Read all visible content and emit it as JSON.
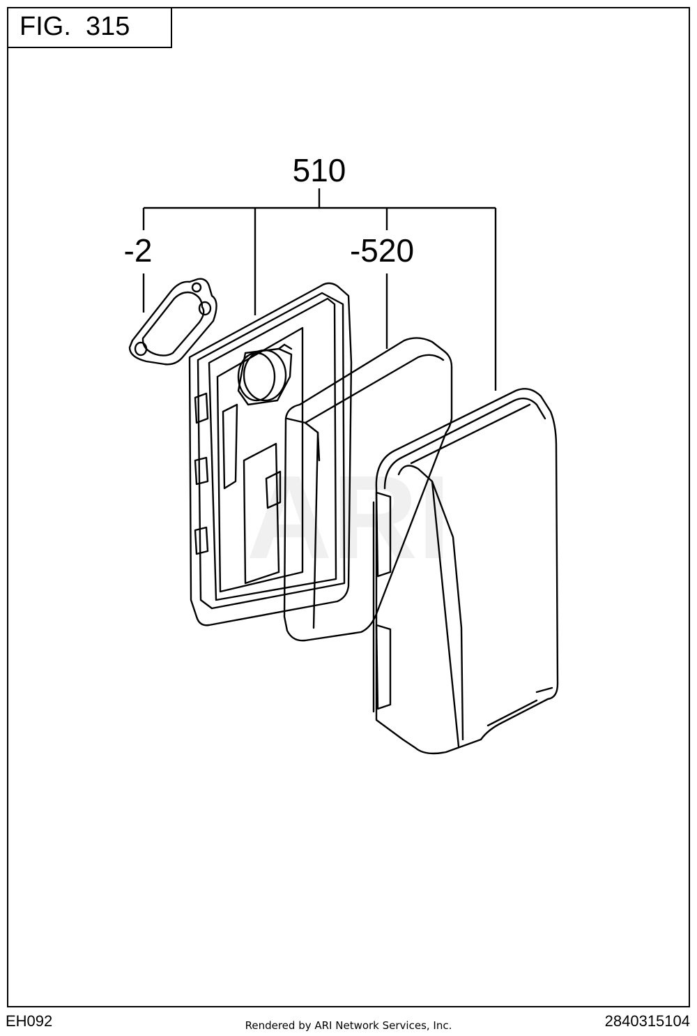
{
  "figure": {
    "label": "FIG.  315"
  },
  "callouts": {
    "assembly": "510",
    "gasket": "-2",
    "element": "-520"
  },
  "watermark": "ARI",
  "footer": {
    "left": "EH092",
    "center": "Rendered by ARI Network Services, Inc.",
    "right": "2840315104"
  }
}
